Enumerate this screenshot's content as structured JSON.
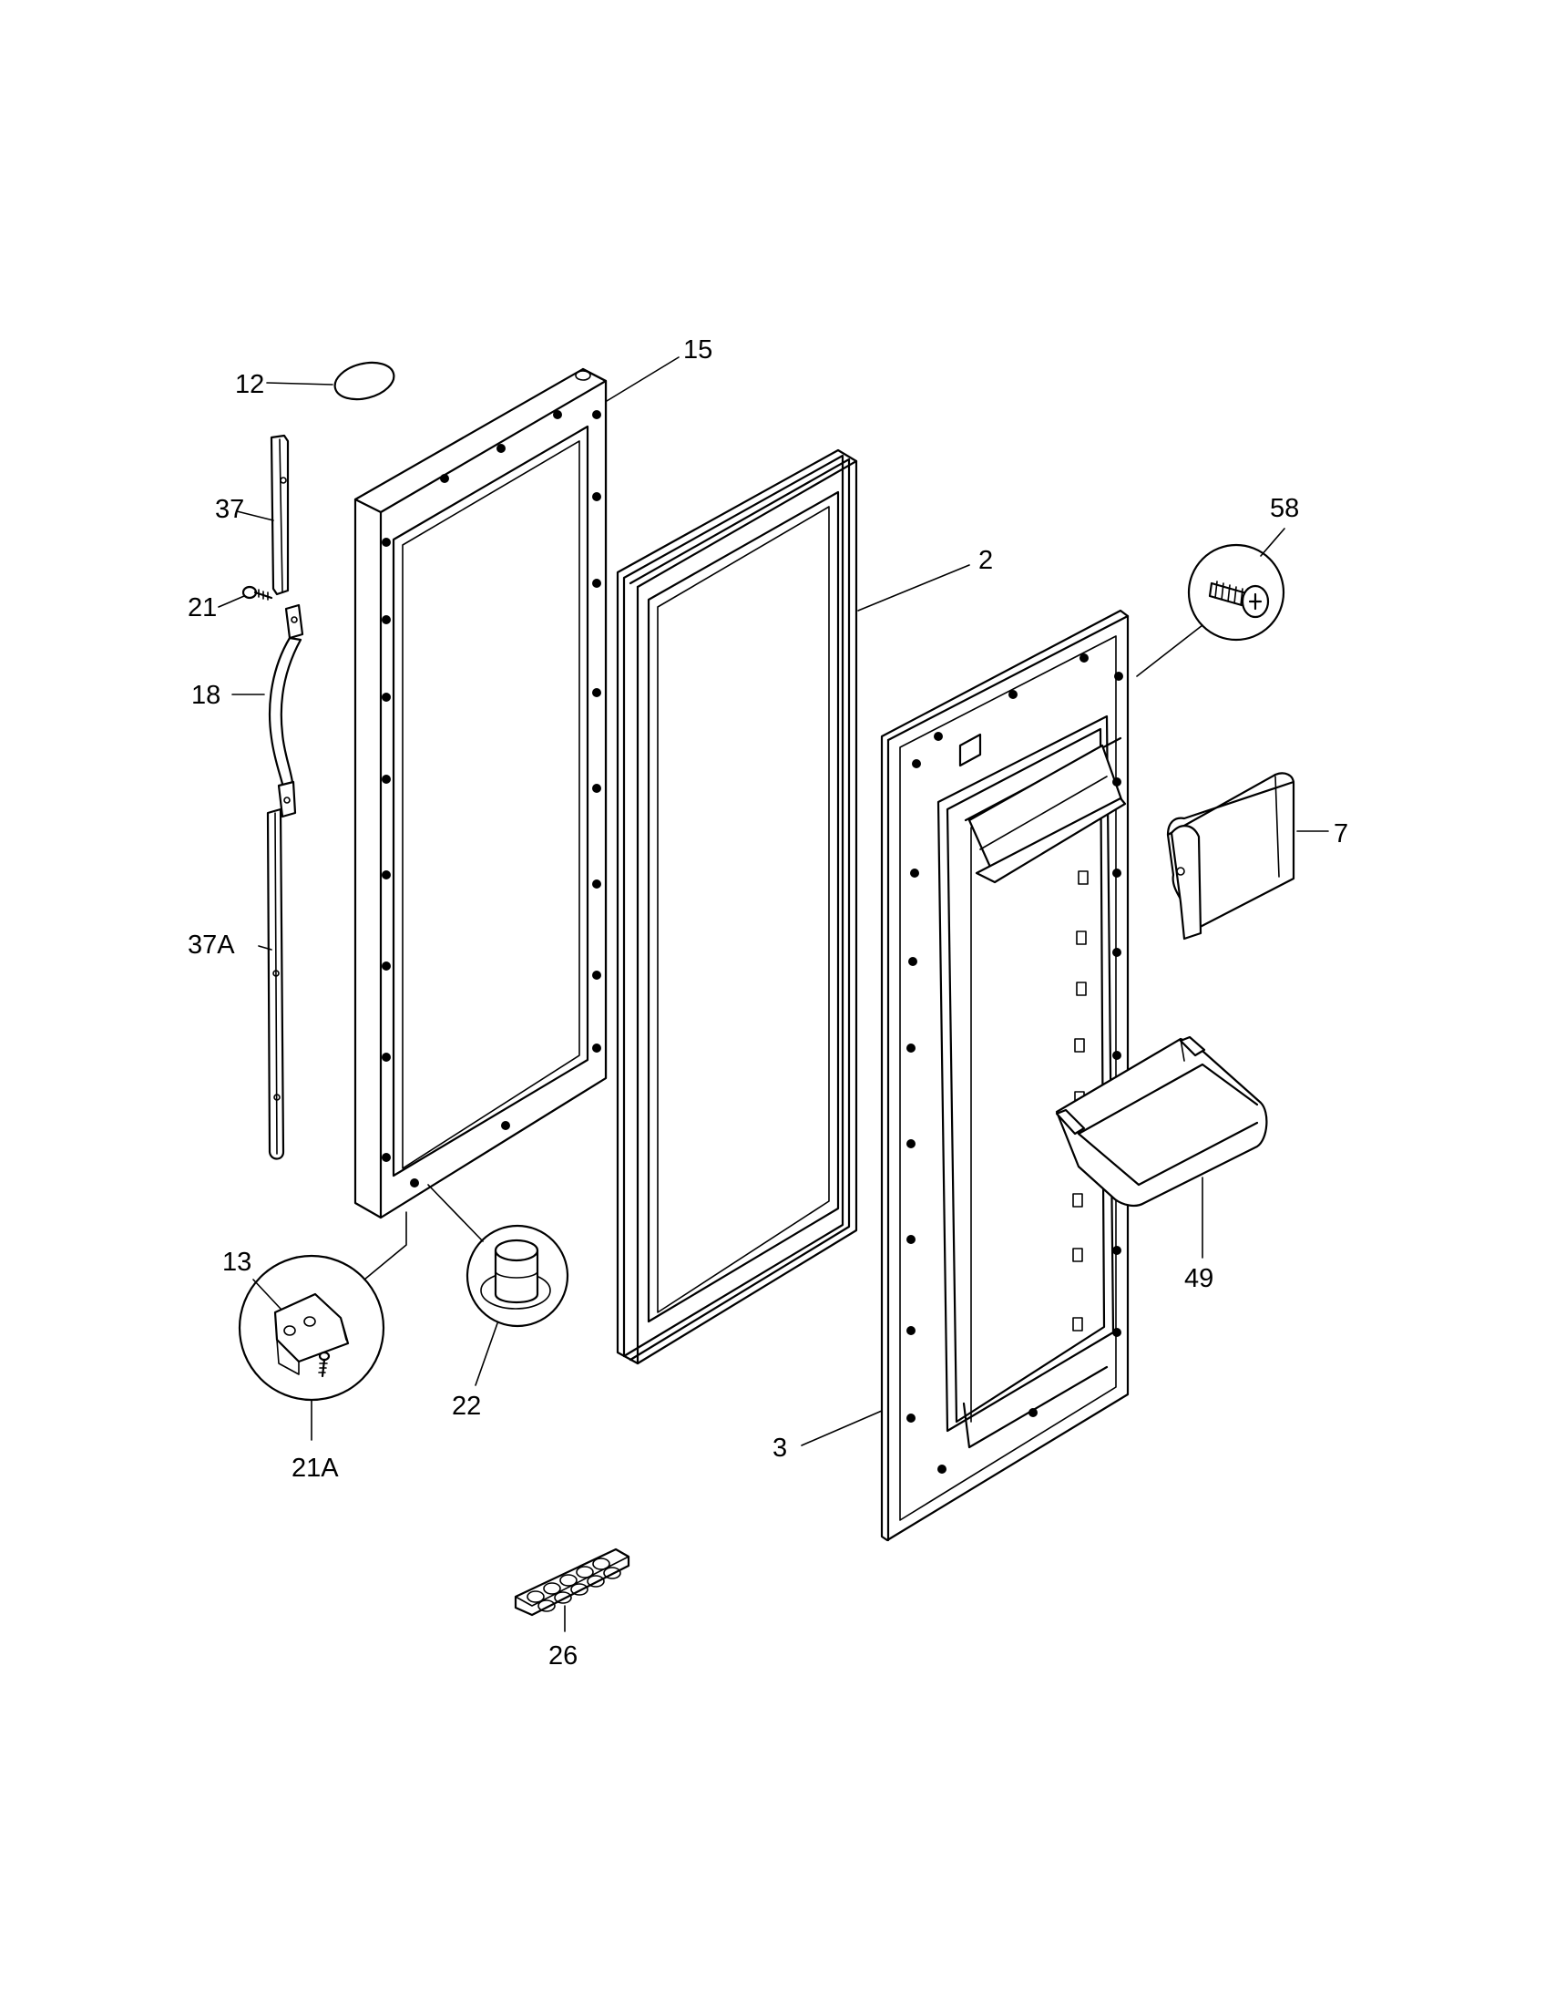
{
  "diagram": {
    "callouts": {
      "c12": "12",
      "c15": "15",
      "c37": "37",
      "c21": "21",
      "c18": "18",
      "c37a": "37A",
      "c2": "2",
      "c58": "58",
      "c7": "7",
      "c49": "49",
      "c3": "3",
      "c13": "13",
      "c21a": "21A",
      "c22": "22",
      "c26": "26"
    }
  }
}
